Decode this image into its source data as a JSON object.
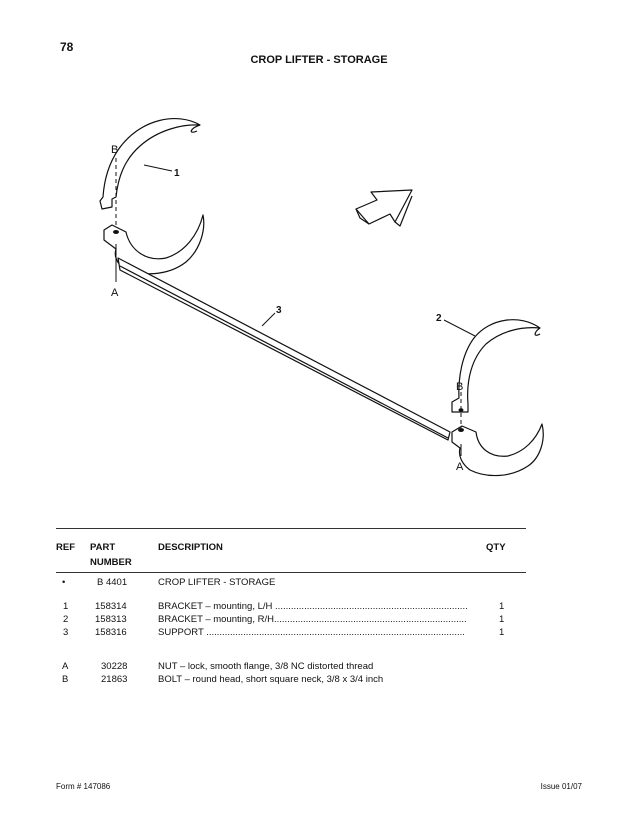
{
  "page_number": "78",
  "title": "CROP LIFTER - STORAGE",
  "callouts": {
    "c1": "1",
    "c2": "2",
    "c3": "3",
    "b_left": "B",
    "a_left": "A",
    "b_right": "B",
    "a_right": "A"
  },
  "table": {
    "headers": {
      "ref": "REF",
      "part_line1": "PART",
      "part_line2": "NUMBER",
      "description": "DESCRIPTION",
      "qty": "QTY"
    },
    "rows": [
      {
        "ref": "•",
        "part": "B 4401",
        "description": "CROP LIFTER - STORAGE",
        "qty": ""
      },
      {
        "ref": "1",
        "part": "158314",
        "description": "BRACKET – mounting, L/H .........................................................................",
        "qty": "1"
      },
      {
        "ref": "2",
        "part": "158313",
        "description": "BRACKET – mounting, R/H.........................................................................",
        "qty": "1"
      },
      {
        "ref": "3",
        "part": "158316",
        "description": "SUPPORT ..................................................................................................",
        "qty": "1"
      },
      {
        "ref": "A",
        "part": "30228",
        "description": "NUT – lock, smooth flange, 3/8 NC distorted thread",
        "qty": ""
      },
      {
        "ref": "B",
        "part": "21863",
        "description": "BOLT – round head, short square neck, 3/8 x 3/4 inch",
        "qty": ""
      }
    ]
  },
  "footer": {
    "left": "Form # 147086",
    "right": "Issue 01/07"
  }
}
